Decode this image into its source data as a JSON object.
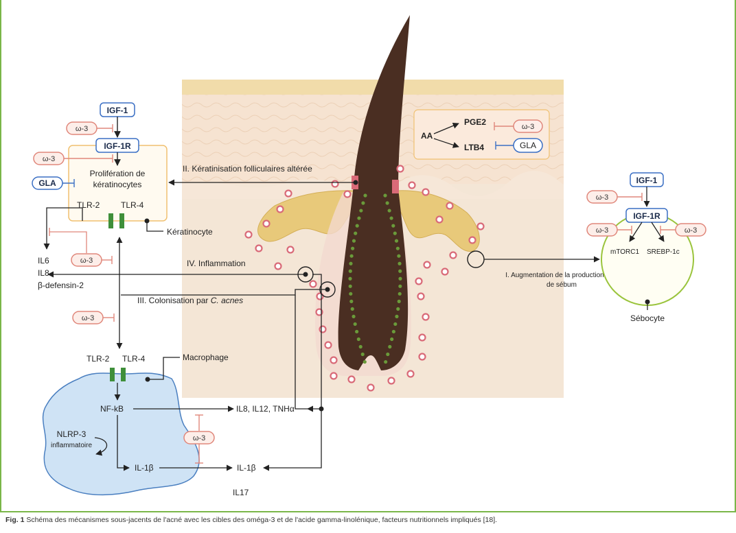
{
  "caption": {
    "figure": "Fig. 1",
    "text": "Schéma des mécanismes sous-jacents de l'acné avec les cibles des oméga-3 et de l'acide gamma-linolénique, facteurs nutritionnels impliqués [18]."
  },
  "labels": {
    "omega3": "ω-3",
    "gla": "GLA",
    "igf1": "IGF-1",
    "igf1r": "IGF-1R",
    "prolif_1": "Prolifération de",
    "prolif_2": "kératinocytes",
    "tlr2": "TLR-2",
    "tlr4": "TLR-4",
    "keratinocyte": "Kératinocyte",
    "il6": "IL6",
    "il8": "IL8",
    "bdef": "β-defensin-2",
    "step2": "II. Kératinisation folliculaires altérée",
    "step4": "IV. Inflammation",
    "step3_pre": "III. Colonisation par ",
    "step3_it": "C. acnes",
    "step1_1": "I. Augmentation de la production",
    "step1_2": "de sébum",
    "aa": "AA",
    "pge2": "PGE2",
    "ltb4": "LTB4",
    "mtorc1": "mTORC1",
    "srebp": "SREBP-1c",
    "sebocyte": "Sébocyte",
    "macrophage": "Macrophage",
    "nfkb": "NF-kB",
    "nlrp3_1": "NLRP-3",
    "nlrp3_2": "inflammatoire",
    "il1b": "IL-1β",
    "il8_12": "IL8, IL12, TNHα",
    "il17": "IL17"
  },
  "colors": {
    "frame": "#7ab648",
    "omega_stroke": "#e0877b",
    "omega_fill": "#fdeee9",
    "blue_stroke": "#3a6fc4",
    "box_stroke": "#f0c070",
    "box_fill": "#fffaf0",
    "tlr_green": "#3f8f3a",
    "macrophage_fill": "#cfe3f5",
    "macrophage_stroke": "#4a7fc0",
    "hair": "#4a2e22",
    "sebaceous": "#e8c97a",
    "sebocyte_stroke": "#9ac43c",
    "sebocyte_fill": "#fffef3"
  }
}
